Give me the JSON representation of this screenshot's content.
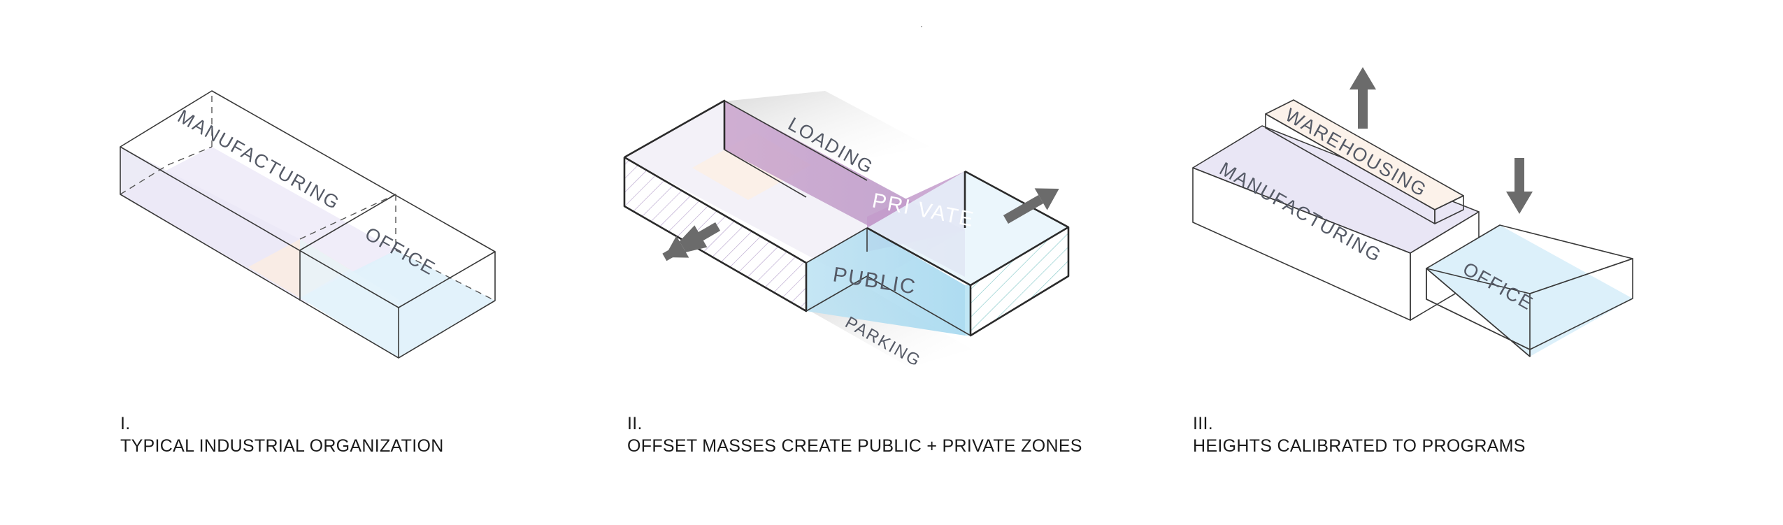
{
  "diagrams": [
    {
      "numeral": "I.",
      "caption": "TYPICAL INDUSTRIAL ORGANIZATION",
      "labels": {
        "manufacturing": "MANUFACTURING",
        "office": "OFFICE"
      }
    },
    {
      "numeral": "II.",
      "caption": "OFFSET MASSES CREATE PUBLIC + PRIVATE ZONES",
      "labels": {
        "loading": "LOADING",
        "private": "PRI VATE",
        "public": "PUBLIC",
        "parking": "PARKING"
      }
    },
    {
      "numeral": "III.",
      "caption": "HEIGHTS CALIBRATED TO PROGRAMS",
      "labels": {
        "warehousing": "WAREHOUSING",
        "manufacturing": "MANUFACTURING",
        "office": "OFFICE"
      }
    }
  ],
  "colors": {
    "manufacturing": "#e8e6f4",
    "office": "#dff1fb",
    "warm": "#fbefe6",
    "private": "#c59ec7",
    "public": "#a9dcf1",
    "arrow": "#6b6b6b",
    "warehousing": "#fcf2ea"
  },
  "icons": [
    "arrow-icon"
  ]
}
